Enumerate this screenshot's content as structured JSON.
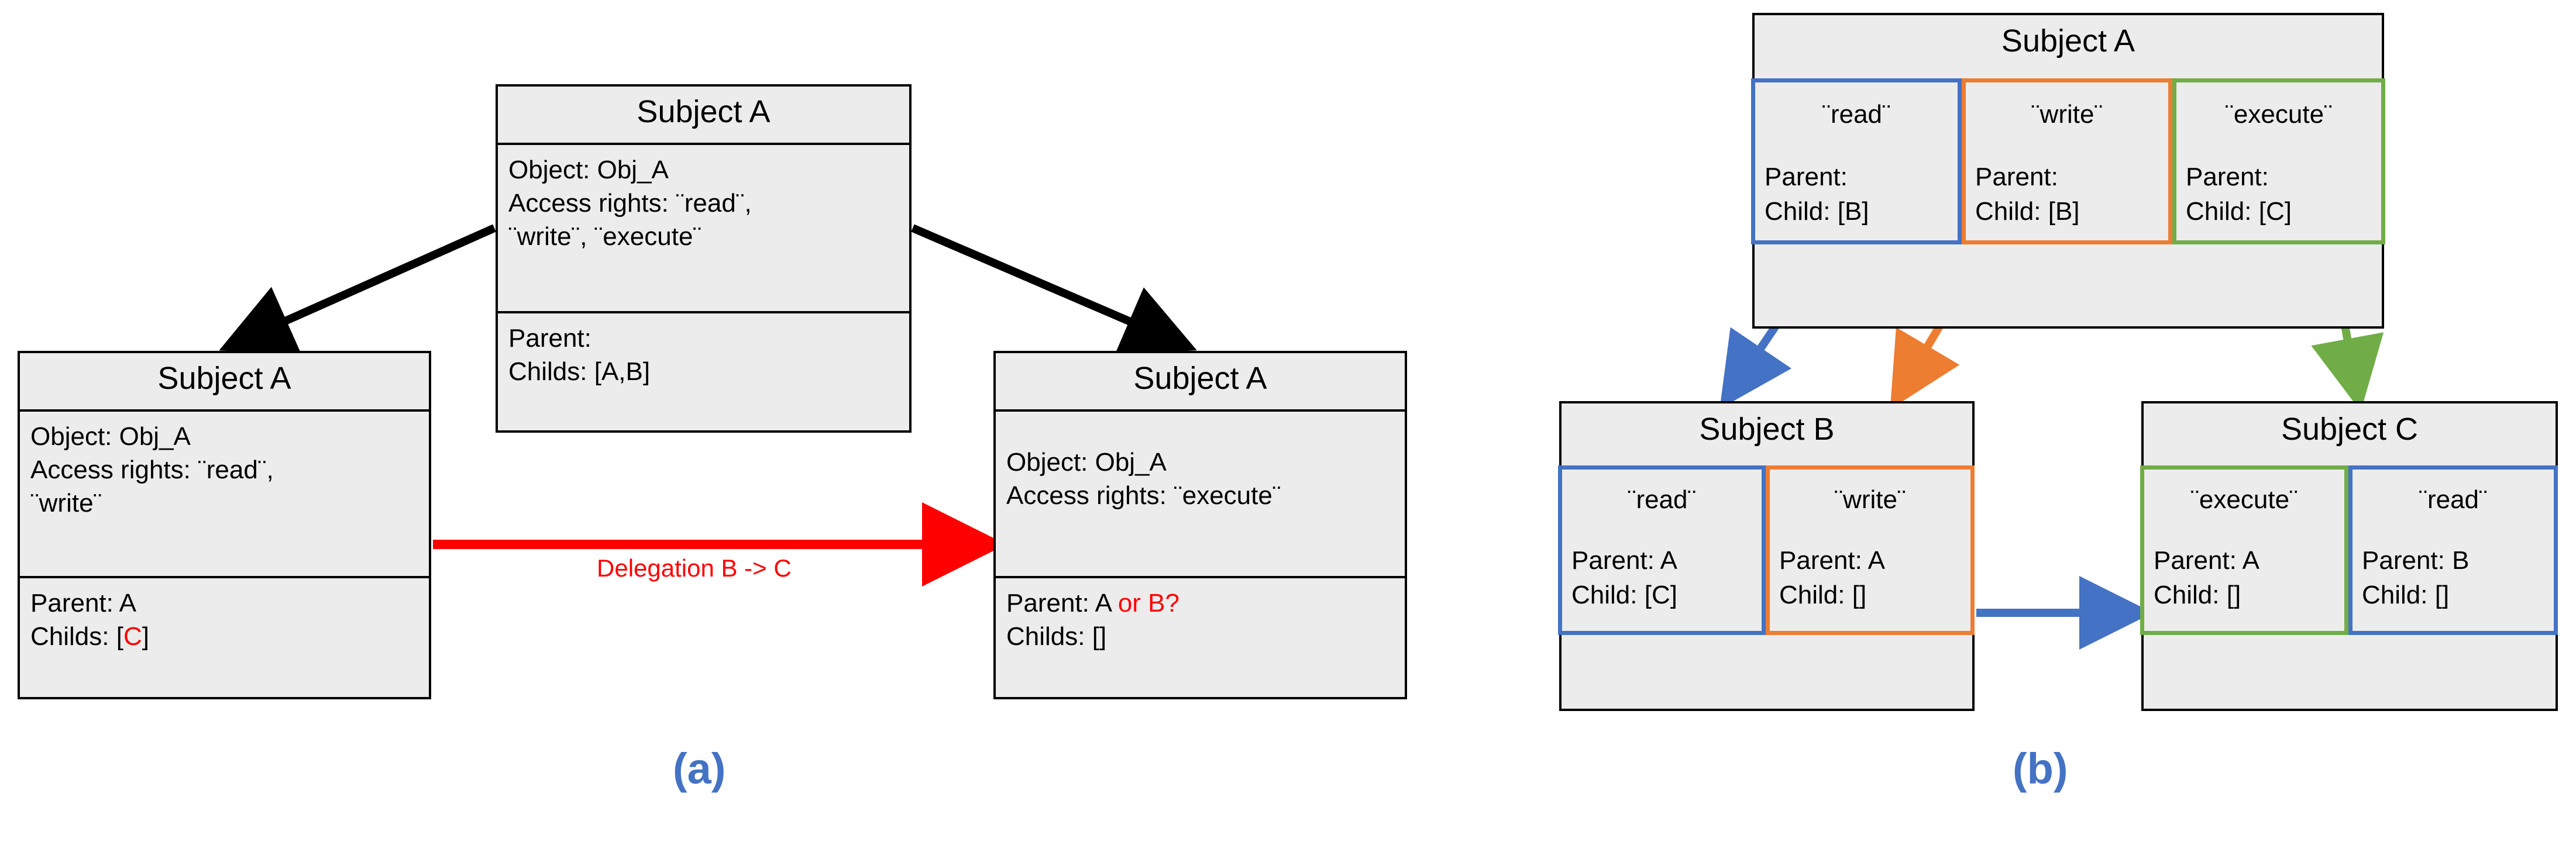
{
  "figure": {
    "caption_a": "(a)",
    "caption_b": "(b)",
    "accent_blue": "#4472C4",
    "accent_orange": "#ED7D31",
    "accent_green": "#70AD47",
    "accent_red": "#FF0000",
    "box_fill": "#ECECEC"
  },
  "panel_a": {
    "top_box": {
      "title": "Subject A",
      "body_line1": "Object: Obj_A",
      "body_line2": "Access rights: ¨read¨,",
      "body_line3": "¨write¨, ¨execute¨",
      "foot_line1": "Parent:",
      "foot_line2": "Childs: [A,B]"
    },
    "left_box": {
      "title": "Subject A",
      "body_line1": "Object: Obj_A",
      "body_line2": "Access rights: ¨read¨,",
      "body_line3": "¨write¨",
      "foot_line1": "Parent: A",
      "foot_line2_prefix": "Childs: [",
      "foot_line2_highlight": "C",
      "foot_line2_suffix": "]"
    },
    "right_box": {
      "title": "Subject A",
      "body_line1": "Object: Obj_A",
      "body_line2": "Access rights: ¨execute¨",
      "foot_line1_prefix": "Parent: A ",
      "foot_line1_highlight": "or B?",
      "foot_line2": "Childs: []"
    },
    "delegation_label": "Delegation B -> C"
  },
  "panel_b": {
    "subject_a": {
      "title": "Subject A",
      "cells": [
        {
          "right": "¨read¨",
          "parent": "Parent:",
          "child": "Child: [B]",
          "color": "blue"
        },
        {
          "right": "¨write¨",
          "parent": "Parent:",
          "child": "Child: [B]",
          "color": "orange"
        },
        {
          "right": "¨execute¨",
          "parent": "Parent:",
          "child": "Child: [C]",
          "color": "green"
        }
      ]
    },
    "subject_b": {
      "title": "Subject B",
      "cells": [
        {
          "right": "¨read¨",
          "parent": "Parent: A",
          "child": "Child: [C]",
          "color": "blue"
        },
        {
          "right": "¨write¨",
          "parent": "Parent: A",
          "child": "Child: []",
          "color": "orange"
        }
      ]
    },
    "subject_c": {
      "title": "Subject C",
      "cells": [
        {
          "right": "¨execute¨",
          "parent": "Parent: A",
          "child": "Child: []",
          "color": "green"
        },
        {
          "right": "¨read¨",
          "parent": "Parent: B",
          "child": "Child: []",
          "color": "blue"
        }
      ]
    }
  }
}
